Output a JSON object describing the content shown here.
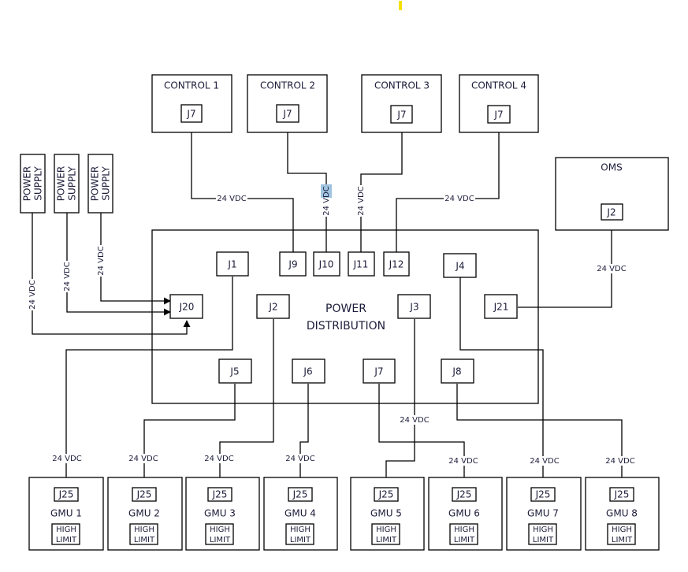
{
  "diagram": {
    "title": "POWER DISTRIBUTION",
    "title_line1": "POWER",
    "title_line2": "DISTRIBUTION",
    "voltage_label": "24 VDC",
    "highlight_color": "#9fc3e0",
    "marker_color": "#f5e000",
    "controls": [
      {
        "name": "CONTROL 1",
        "connector": "J7"
      },
      {
        "name": "CONTROL 2",
        "connector": "J7"
      },
      {
        "name": "CONTROL 3",
        "connector": "J7"
      },
      {
        "name": "CONTROL 4",
        "connector": "J7"
      }
    ],
    "oms": {
      "name": "OMS",
      "connector": "J2"
    },
    "power_supplies": [
      {
        "line1": "POWER",
        "line2": "SUPPLY"
      },
      {
        "line1": "POWER",
        "line2": "SUPPLY"
      },
      {
        "line1": "POWER",
        "line2": "SUPPLY"
      }
    ],
    "pd_connectors": {
      "J1": "J1",
      "J2": "J2",
      "J3": "J3",
      "J4": "J4",
      "J5": "J5",
      "J6": "J6",
      "J7": "J7",
      "J8": "J8",
      "J9": "J9",
      "J10": "J10",
      "J11": "J11",
      "J12": "J12",
      "J20": "J20",
      "J21": "J21"
    },
    "gmus": [
      {
        "name": "GMU 1",
        "connector": "J25",
        "limit1": "HIGH",
        "limit2": "LIMIT"
      },
      {
        "name": "GMU 2",
        "connector": "J25",
        "limit1": "HIGH",
        "limit2": "LIMIT"
      },
      {
        "name": "GMU 3",
        "connector": "J25",
        "limit1": "HIGH",
        "limit2": "LIMIT"
      },
      {
        "name": "GMU 4",
        "connector": "J25",
        "limit1": "HIGH",
        "limit2": "LIMIT"
      },
      {
        "name": "GMU 5",
        "connector": "J25",
        "limit1": "HIGH",
        "limit2": "LIMIT"
      },
      {
        "name": "GMU 6",
        "connector": "J25",
        "limit1": "HIGH",
        "limit2": "LIMIT"
      },
      {
        "name": "GMU 7",
        "connector": "J25",
        "limit1": "HIGH",
        "limit2": "LIMIT"
      },
      {
        "name": "GMU 8",
        "connector": "J25",
        "limit1": "HIGH",
        "limit2": "LIMIT"
      }
    ],
    "connections": [
      {
        "from": "J9",
        "to": "CONTROL 1 J7",
        "label": "24 VDC"
      },
      {
        "from": "J10",
        "to": "CONTROL 2 J7",
        "label": "24 VDC"
      },
      {
        "from": "J11",
        "to": "CONTROL 3 J7",
        "label": "24 VDC"
      },
      {
        "from": "J12",
        "to": "CONTROL 4 J7",
        "label": "24 VDC"
      },
      {
        "from": "J21",
        "to": "OMS J2",
        "label": "24 VDC"
      },
      {
        "from": "POWER SUPPLY 1",
        "to": "J20",
        "label": "24 VDC"
      },
      {
        "from": "POWER SUPPLY 2",
        "to": "J20",
        "label": "24 VDC"
      },
      {
        "from": "POWER SUPPLY 3",
        "to": "J20",
        "label": "24 VDC"
      },
      {
        "from": "J1",
        "to": "GMU 1 J25",
        "label": "24 VDC"
      },
      {
        "from": "J5",
        "to": "GMU 2 J25",
        "label": "24 VDC"
      },
      {
        "from": "J2",
        "to": "GMU 3 J25",
        "label": "24 VDC"
      },
      {
        "from": "J6",
        "to": "GMU 4 J25",
        "label": "24 VDC"
      },
      {
        "from": "J3",
        "to": "GMU 5 J25",
        "label": "24 VDC"
      },
      {
        "from": "J7",
        "to": "GMU 6 J25",
        "label": "24 VDC"
      },
      {
        "from": "J4",
        "to": "GMU 7 J25",
        "label": "24 VDC"
      },
      {
        "from": "J8",
        "to": "GMU 8 J25",
        "label": "24 VDC"
      }
    ]
  }
}
